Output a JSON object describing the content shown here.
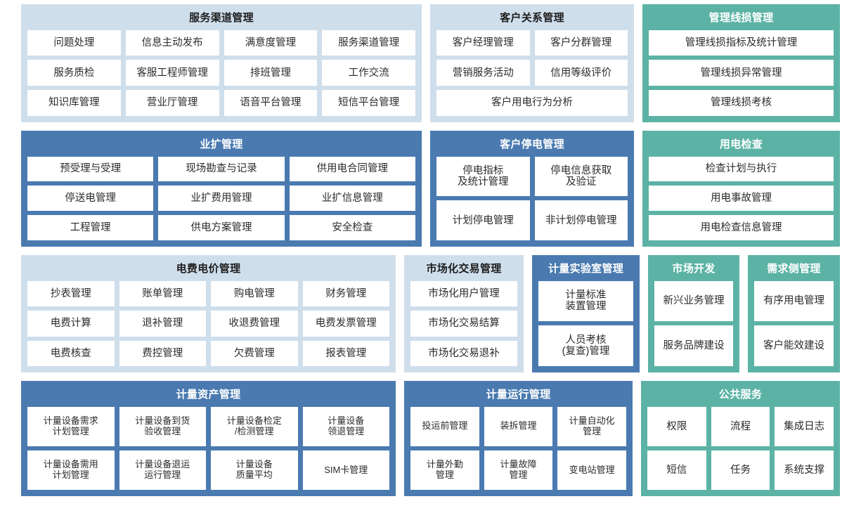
{
  "colors": {
    "light_panel": "#cfdeeb",
    "blue_panel": "#4a7ab0",
    "teal_panel": "#5cb3a5",
    "cell_bg": "#ffffff",
    "cell_text": "#2b2b2b",
    "background": "#ffffff"
  },
  "rows": [
    {
      "id": "row-1",
      "panels": [
        {
          "id": "service-channel-management",
          "style": "light",
          "title": "服务渠道管理",
          "cells": [
            [
              "问题处理",
              "信息主动发布",
              "满意度管理",
              "服务渠道管理"
            ],
            [
              "服务质检",
              "客服工程师管理",
              "排班管理",
              "工作交流"
            ],
            [
              "知识库管理",
              "营业厅管理",
              "语音平台管理",
              "短信平台管理"
            ]
          ]
        },
        {
          "id": "customer-relationship-management",
          "style": "light",
          "title": "客户关系管理",
          "cells": [
            [
              "客户经理管理",
              "客户分群管理"
            ],
            [
              "营销服务活动",
              "信用等级评价"
            ],
            [
              "客户用电行为分析"
            ]
          ]
        },
        {
          "id": "management-line-loss-management",
          "style": "teal",
          "title": "管理线损管理",
          "cells": [
            [
              "管理线损指标及统计管理"
            ],
            [
              "管理线损异常管理"
            ],
            [
              "管理线损考核"
            ]
          ]
        }
      ]
    },
    {
      "id": "row-2",
      "panels": [
        {
          "id": "business-expansion-management",
          "style": "blue",
          "title": "业扩管理",
          "cells": [
            [
              "预受理与受理",
              "现场勘查与记录",
              "供用电合同管理"
            ],
            [
              "停送电管理",
              "业扩费用管理",
              "业扩信息管理"
            ],
            [
              "工程管理",
              "供电方案管理",
              "安全检查"
            ]
          ]
        },
        {
          "id": "customer-outage-management",
          "style": "blue",
          "title": "客户停电管理",
          "cells": [
            [
              "停电指标\n及统计管理",
              "停电信息获取\n及验证"
            ],
            [
              "计划停电管理",
              "非计划停电管理"
            ]
          ]
        },
        {
          "id": "electricity-usage-inspection",
          "style": "teal",
          "title": "用电检查",
          "cells": [
            [
              "检查计划与执行"
            ],
            [
              "用电事故管理"
            ],
            [
              "用电检查信息管理"
            ]
          ]
        }
      ]
    },
    {
      "id": "row-3",
      "panels": [
        {
          "id": "electricity-fee-price-management",
          "style": "light",
          "title": "电费电价管理",
          "cells": [
            [
              "抄表管理",
              "账单管理",
              "购电管理",
              "财务管理"
            ],
            [
              "电费计算",
              "退补管理",
              "收退费管理",
              "电费发票管理"
            ],
            [
              "电费核查",
              "费控管理",
              "欠费管理",
              "报表管理"
            ]
          ]
        },
        {
          "id": "market-transaction-management",
          "style": "light",
          "title": "市场化交易管理",
          "cells": [
            [
              "市场化用户管理"
            ],
            [
              "市场化交易结算"
            ],
            [
              "市场化交易退补"
            ]
          ]
        },
        {
          "id": "metering-laboratory-management",
          "style": "blue",
          "title": "计量实验室管理",
          "cells": [
            [
              "计量标准\n装置管理"
            ],
            [
              "人员考核\n(复查)管理"
            ]
          ]
        },
        {
          "id": "market-development",
          "style": "teal",
          "title": "市场开发",
          "cells": [
            [
              "新兴业务管理"
            ],
            [
              "服务品牌建设"
            ]
          ]
        },
        {
          "id": "demand-side-management",
          "style": "teal",
          "title": "需求侧管理",
          "cells": [
            [
              "有序用电管理"
            ],
            [
              "客户能效建设"
            ]
          ]
        }
      ]
    },
    {
      "id": "row-4",
      "panels": [
        {
          "id": "metering-asset-management",
          "style": "blue",
          "title": "计量资产管理",
          "cells": [
            [
              "计量设备需求\n计划管理",
              "计量设备到货\n验收管理",
              "计量设备检定\n/检测管理",
              "计量设备\n领退管理"
            ],
            [
              "计量设备需用\n计划管理",
              "计量设备退运\n运行管理",
              "计量设备\n质量平均",
              "SIM卡管理"
            ]
          ]
        },
        {
          "id": "metering-operation-management",
          "style": "blue",
          "title": "计量运行管理",
          "cells": [
            [
              "投运前管理",
              "装拆管理",
              "计量自动化\n管理"
            ],
            [
              "计量外勤\n管理",
              "计量故障\n管理",
              "变电站管理"
            ]
          ]
        },
        {
          "id": "public-services",
          "style": "teal",
          "title": "公共服务",
          "cells": [
            [
              "权限",
              "流程",
              "集成日志"
            ],
            [
              "短信",
              "任务",
              "系统支撑"
            ]
          ]
        }
      ]
    }
  ]
}
